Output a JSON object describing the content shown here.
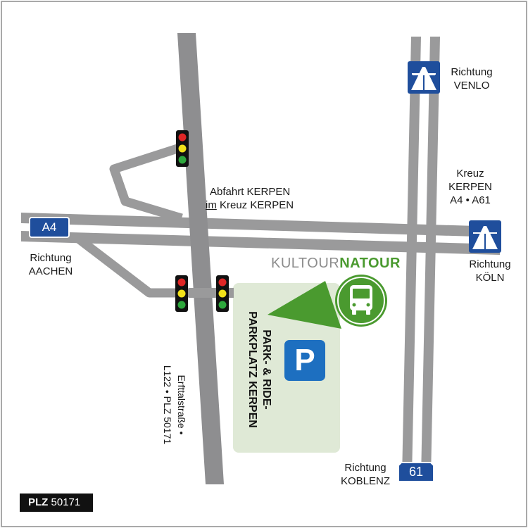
{
  "labels": {
    "venlo": [
      "Richtung",
      "VENLO"
    ],
    "kreuz": [
      "Kreuz",
      "KERPEN",
      "A4 • A61"
    ],
    "koeln": [
      "Richtung",
      "KÖLN"
    ],
    "aachen": [
      "Richtung",
      "AACHEN"
    ],
    "koblenz": [
      "Richtung",
      "KOBLENZ"
    ],
    "abfahrt_line1": "Abfahrt KERPEN",
    "abfahrt_im": "im",
    "abfahrt_rest": " Kreuz KERPEN",
    "parkride_line1": "PARK- & RIDE-",
    "parkride_line2": "PARKPLATZ KERPEN",
    "street_line1": "Erfttalstraße •",
    "street_line2": "L122 • PLZ 50171"
  },
  "signs": {
    "a4": "A4",
    "a61": "61",
    "parking": "P"
  },
  "brand": {
    "part1": "KULTOUR",
    "part2": "NATOUR"
  },
  "plz": {
    "label": "PLZ",
    "value": "50171"
  },
  "icons": {
    "autobahn": "motorway-icon",
    "bus": "bus-icon",
    "traffic_light": "traffic-light-icon",
    "parking": "parking-icon"
  },
  "colors": {
    "road": "#9a9a9b",
    "road_dark": "#8e8e90",
    "park_area": "#dfe9d6",
    "green": "#4a9a2f",
    "sign_blue": "#1f4e9c",
    "parking_blue": "#1d6fc0"
  }
}
